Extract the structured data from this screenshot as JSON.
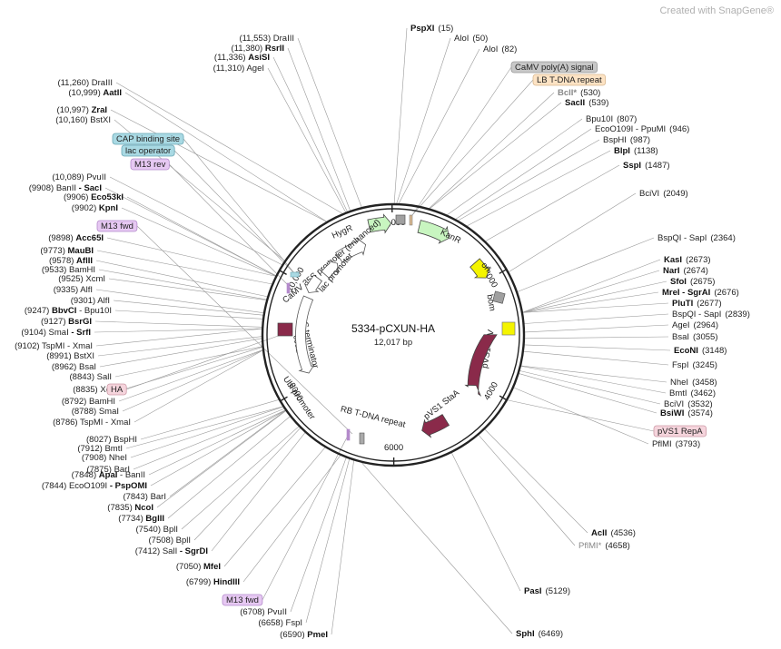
{
  "watermark": "Created with SnapGene®",
  "plasmid": {
    "name": "5334-pCXUN-HA",
    "length": "12,017 bp",
    "total_bp": 12017
  },
  "ticks": [
    {
      "label": "12,000",
      "bp": 12000
    },
    {
      "label": "2000",
      "bp": 2000
    },
    {
      "label": "4000",
      "bp": 4000
    },
    {
      "label": "6000",
      "bp": 6000
    },
    {
      "label": "8000",
      "bp": 8000
    },
    {
      "label": "10,000",
      "bp": 10000
    }
  ],
  "sites": [
    {
      "pos": "(15)",
      "name": "PspXI",
      "bold": true,
      "muted": false,
      "side": "R"
    },
    {
      "pos": "(50)",
      "name": "AloI",
      "bold": false,
      "muted": false,
      "side": "R"
    },
    {
      "pos": "(82)",
      "name": "AloI",
      "bold": false,
      "muted": false,
      "side": "R"
    },
    {
      "pos": "(530)",
      "name": "BclI*",
      "bold": true,
      "muted": true,
      "side": "R"
    },
    {
      "pos": "(539)",
      "name": "SacII",
      "bold": true,
      "muted": false,
      "side": "R"
    },
    {
      "pos": "(807)",
      "name": "Bpu10I",
      "bold": false,
      "muted": false,
      "side": "R"
    },
    {
      "pos": "(946)",
      "name": "EcoO109I - PpuMI",
      "bold": false,
      "muted": false,
      "side": "R"
    },
    {
      "pos": "(987)",
      "name": "BspHI",
      "bold": false,
      "muted": false,
      "side": "R"
    },
    {
      "pos": "(1138)",
      "name": "BlpI",
      "bold": true,
      "muted": false,
      "side": "R"
    },
    {
      "pos": "(1487)",
      "name": "SspI",
      "bold": true,
      "muted": false,
      "side": "R"
    },
    {
      "pos": "(2049)",
      "name": "BciVI",
      "bold": false,
      "muted": false,
      "side": "R"
    },
    {
      "pos": "(2364)",
      "name": "BspQI - SapI",
      "bold": false,
      "muted": false,
      "side": "R"
    },
    {
      "pos": "(2673)",
      "name": "KasI",
      "bold": true,
      "muted": false,
      "side": "R"
    },
    {
      "pos": "(2674)",
      "name": "NarI",
      "bold": true,
      "muted": false,
      "side": "R"
    },
    {
      "pos": "(2675)",
      "name": "SfoI",
      "bold": true,
      "muted": false,
      "side": "R"
    },
    {
      "pos": "(2676)",
      "name": "MreI - SgrAI",
      "bold": true,
      "muted": false,
      "side": "R"
    },
    {
      "pos": "(2677)",
      "name": "PluTI",
      "bold": true,
      "muted": false,
      "side": "R"
    },
    {
      "pos": "(2839)",
      "name": "BspQI - SapI",
      "bold": false,
      "muted": false,
      "side": "R"
    },
    {
      "pos": "(2964)",
      "name": "AgeI",
      "bold": false,
      "muted": false,
      "side": "R"
    },
    {
      "pos": "(3055)",
      "name": "BsaI",
      "bold": false,
      "muted": false,
      "side": "R"
    },
    {
      "pos": "(3148)",
      "name": "EcoNI",
      "bold": true,
      "muted": false,
      "side": "R"
    },
    {
      "pos": "(3245)",
      "name": "FspI",
      "bold": false,
      "muted": false,
      "side": "R"
    },
    {
      "pos": "(3458)",
      "name": "NheI",
      "bold": false,
      "muted": false,
      "side": "R"
    },
    {
      "pos": "(3462)",
      "name": "BmtI",
      "bold": false,
      "muted": false,
      "side": "R"
    },
    {
      "pos": "(3532)",
      "name": "BciVI",
      "bold": false,
      "muted": false,
      "side": "R"
    },
    {
      "pos": "(3574)",
      "name": "BsiWI",
      "bold": true,
      "muted": false,
      "side": "R"
    },
    {
      "pos": "(3793)",
      "name": "PflMI",
      "bold": false,
      "muted": false,
      "side": "R"
    },
    {
      "pos": "(4536)",
      "name": "AclI",
      "bold": true,
      "muted": false,
      "side": "R"
    },
    {
      "pos": "(4658)",
      "name": "PflMI*",
      "bold": false,
      "muted": true,
      "side": "R"
    },
    {
      "pos": "(5129)",
      "name": "PasI",
      "bold": true,
      "muted": false,
      "side": "R"
    },
    {
      "pos": "(6469)",
      "name": "SphI",
      "bold": true,
      "muted": false,
      "side": "R"
    },
    {
      "pos": "(6590)",
      "name": "PmeI",
      "bold": true,
      "muted": false,
      "side": "L"
    },
    {
      "pos": "(6658)",
      "name": "FspI",
      "bold": false,
      "muted": false,
      "side": "L"
    },
    {
      "pos": "(6708)",
      "name": "PvuII",
      "bold": false,
      "muted": false,
      "side": "L"
    },
    {
      "pos": "(6799)",
      "name": "HindIII",
      "bold": true,
      "muted": false,
      "side": "L"
    },
    {
      "pos": "(7050)",
      "name": "MfeI",
      "bold": true,
      "muted": false,
      "side": "L"
    },
    {
      "pos": "(7412)",
      "name": "SalI - SgrDI",
      "bold": false,
      "muted": false,
      "side": "L",
      "bold_part": "SgrDI"
    },
    {
      "pos": "(7508)",
      "name": "BplI",
      "bold": false,
      "muted": false,
      "side": "L"
    },
    {
      "pos": "(7540)",
      "name": "BplI",
      "bold": false,
      "muted": false,
      "side": "L"
    },
    {
      "pos": "(7734)",
      "name": "BglII",
      "bold": true,
      "muted": false,
      "side": "L"
    },
    {
      "pos": "(7835)",
      "name": "NcoI",
      "bold": true,
      "muted": false,
      "side": "L"
    },
    {
      "pos": "(7843)",
      "name": "BarI",
      "bold": false,
      "muted": false,
      "side": "L"
    },
    {
      "pos": "(7844)",
      "name": "EcoO109I - PspOMI",
      "bold": false,
      "muted": false,
      "side": "L",
      "bold_part": "PspOMI"
    },
    {
      "pos": "(7848)",
      "name": "ApaI - BanII",
      "bold": false,
      "muted": false,
      "side": "L",
      "bold_part": "ApaI"
    },
    {
      "pos": "(7875)",
      "name": "BarI",
      "bold": false,
      "muted": false,
      "side": "L"
    },
    {
      "pos": "(7908)",
      "name": "NheI",
      "bold": false,
      "muted": false,
      "side": "L"
    },
    {
      "pos": "(7912)",
      "name": "BmtI",
      "bold": false,
      "muted": false,
      "side": "L"
    },
    {
      "pos": "(8027)",
      "name": "BspHI",
      "bold": false,
      "muted": false,
      "side": "L"
    },
    {
      "pos": "(8786)",
      "name": "TspMI - XmaI",
      "bold": false,
      "muted": false,
      "side": "L"
    },
    {
      "pos": "(8788)",
      "name": "SmaI",
      "bold": false,
      "muted": false,
      "side": "L"
    },
    {
      "pos": "(8792)",
      "name": "BamHI",
      "bold": false,
      "muted": false,
      "side": "L"
    },
    {
      "pos": "(8835)",
      "name": "XcmI",
      "bold": false,
      "muted": false,
      "side": "L"
    },
    {
      "pos": "(8843)",
      "name": "SalI",
      "bold": false,
      "muted": false,
      "side": "L"
    },
    {
      "pos": "(8962)",
      "name": "BsaI",
      "bold": false,
      "muted": false,
      "side": "L"
    },
    {
      "pos": "(8991)",
      "name": "BstXI",
      "bold": false,
      "muted": false,
      "side": "L"
    },
    {
      "pos": "(9102)",
      "name": "TspMI - XmaI",
      "bold": false,
      "muted": false,
      "side": "L"
    },
    {
      "pos": "(9104)",
      "name": "SmaI - SrfI",
      "bold": false,
      "muted": false,
      "side": "L",
      "bold_part": "SrfI"
    },
    {
      "pos": "(9127)",
      "name": "BsrGI",
      "bold": true,
      "muted": false,
      "side": "L"
    },
    {
      "pos": "(9247)",
      "name": "BbvCI - Bpu10I",
      "bold": false,
      "muted": false,
      "side": "L",
      "bold_part": "BbvCI"
    },
    {
      "pos": "(9301)",
      "name": "AlfI",
      "bold": false,
      "muted": false,
      "side": "L"
    },
    {
      "pos": "(9335)",
      "name": "AlfI",
      "bold": false,
      "muted": false,
      "side": "L"
    },
    {
      "pos": "(9525)",
      "name": "XcmI",
      "bold": false,
      "muted": false,
      "side": "L"
    },
    {
      "pos": "(9533)",
      "name": "BamHI",
      "bold": false,
      "muted": false,
      "side": "L"
    },
    {
      "pos": "(9578)",
      "name": "AflII",
      "bold": true,
      "muted": false,
      "side": "L"
    },
    {
      "pos": "(9773)",
      "name": "MauBI",
      "bold": true,
      "muted": false,
      "side": "L"
    },
    {
      "pos": "(9898)",
      "name": "Acc65I",
      "bold": true,
      "muted": false,
      "side": "L"
    },
    {
      "pos": "(9902)",
      "name": "KpnI",
      "bold": true,
      "muted": false,
      "side": "L"
    },
    {
      "pos": "(9906)",
      "name": "Eco53kI",
      "bold": true,
      "muted": false,
      "side": "L"
    },
    {
      "pos": "(9908)",
      "name": "BanII - SacI",
      "bold": false,
      "muted": false,
      "side": "L",
      "bold_part": "SacI"
    },
    {
      "pos": "(10,089)",
      "name": "PvuII",
      "bold": false,
      "muted": false,
      "side": "L"
    },
    {
      "pos": "(10,160)",
      "name": "BstXI",
      "bold": false,
      "muted": false,
      "side": "L"
    },
    {
      "pos": "(10,997)",
      "name": "ZraI",
      "bold": true,
      "muted": false,
      "side": "L"
    },
    {
      "pos": "(10,999)",
      "name": "AatII",
      "bold": true,
      "muted": false,
      "side": "L"
    },
    {
      "pos": "(11,260)",
      "name": "DraIII",
      "bold": false,
      "muted": false,
      "side": "L"
    },
    {
      "pos": "(11,310)",
      "name": "AgeI",
      "bold": false,
      "muted": false,
      "side": "L"
    },
    {
      "pos": "(11,336)",
      "name": "AsiSI",
      "bold": true,
      "muted": false,
      "side": "L"
    },
    {
      "pos": "(11,380)",
      "name": "RsrII",
      "bold": true,
      "muted": false,
      "side": "L"
    },
    {
      "pos": "(11,553)",
      "name": "DraIII",
      "bold": false,
      "muted": false,
      "side": "L"
    }
  ],
  "boxes": [
    {
      "text": "CaMV poly(A) signal",
      "fill": "#c8c8c8",
      "stroke": "#999999"
    },
    {
      "text": "LB T-DNA repeat",
      "fill": "#fde3c4",
      "stroke": "#d8b890"
    },
    {
      "text": "CAP binding site",
      "fill": "#a9d9e3",
      "stroke": "#6aa7b5"
    },
    {
      "text": "lac operator",
      "fill": "#a9d9e3",
      "stroke": "#6aa7b5"
    },
    {
      "text": "M13 rev",
      "fill": "#e6c8f2",
      "stroke": "#b48acb"
    },
    {
      "text": "M13 fwd",
      "fill": "#e6c8f2",
      "stroke": "#b48acb"
    },
    {
      "text": "HA",
      "fill": "#f5d4dc",
      "stroke": "#cc9aa6"
    },
    {
      "text": "pVS1 RepA",
      "fill": "#f5d4dc",
      "stroke": "#cc9aa6"
    },
    {
      "text": "M13 fwd",
      "fill": "#e6c8f2",
      "stroke": "#b48acb"
    }
  ],
  "features": [
    {
      "name": "HygR",
      "color": "#c8f5c0"
    },
    {
      "name": "KanR",
      "color": "#c8f5c0"
    },
    {
      "name": "ori",
      "color": "#f4f400"
    },
    {
      "name": "bom",
      "color": "#a0a0a0"
    },
    {
      "name": "pVS1 oriV",
      "color": "#f4f400"
    },
    {
      "name": "pVS1 StaA",
      "color": "#8a2a4a"
    },
    {
      "name": "CaMV 35S promoter (enhanced)",
      "color": "#ffffff"
    },
    {
      "name": "lac promoter",
      "color": "#ffffff"
    },
    {
      "name": "NOS terminator",
      "color": "#ffffff"
    },
    {
      "name": "ccdB",
      "color": "#8a2a4a"
    },
    {
      "name": "Ubi promoter",
      "color": "#ffffff"
    },
    {
      "name": "RB T-DNA repeat",
      "color": "#c8c8c8"
    }
  ]
}
